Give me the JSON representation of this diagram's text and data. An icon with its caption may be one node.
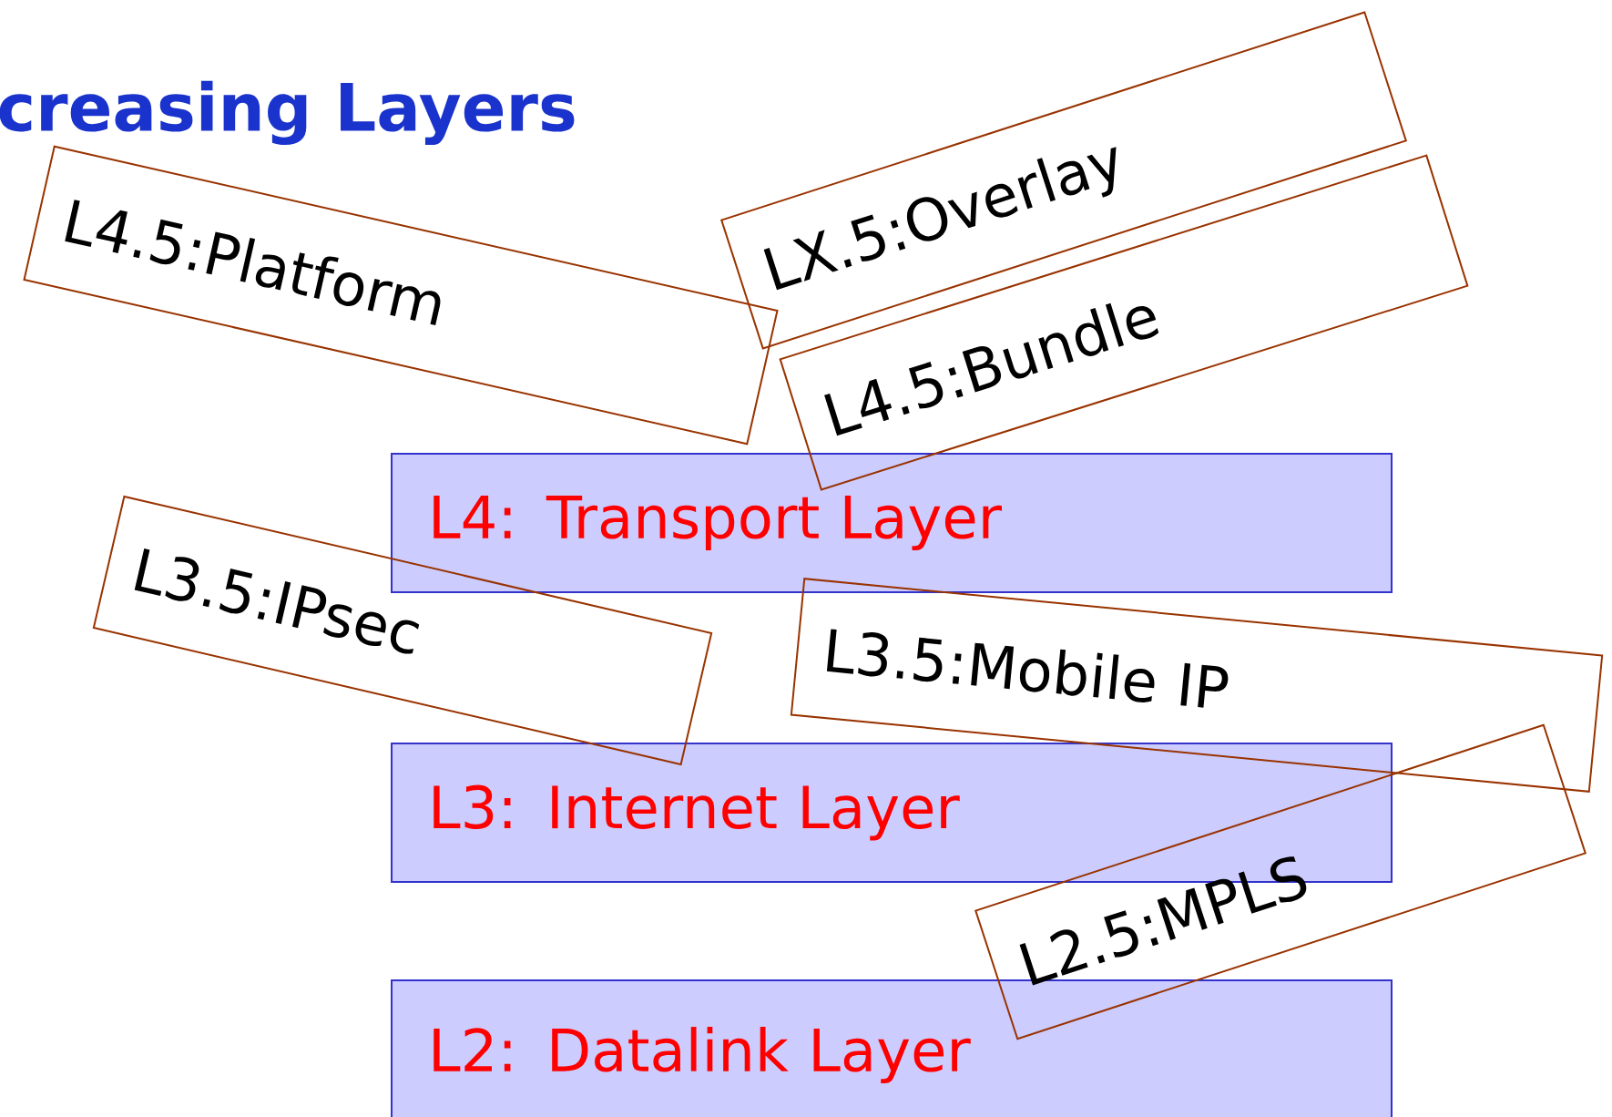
{
  "diagram": {
    "title": "creasing Layers",
    "nodes": [
      {
        "text": [
          "L4.5:Platform"
        ]
      },
      {
        "text": [
          "LX.5:Overlay"
        ]
      },
      {
        "text": [
          "L4.5:Bundle"
        ]
      },
      {
        "text": [
          "L4: Transport Layer"
        ]
      },
      {
        "text": [
          "L3.5:IPsec"
        ]
      },
      {
        "text": [
          "L3.5:Mobile IP"
        ]
      },
      {
        "text": [
          "L3: Internet Layer"
        ]
      },
      {
        "text": [
          "L2.5:MPLS"
        ]
      },
      {
        "text": [
          "L2: Datalink Layer"
        ]
      }
    ]
  }
}
